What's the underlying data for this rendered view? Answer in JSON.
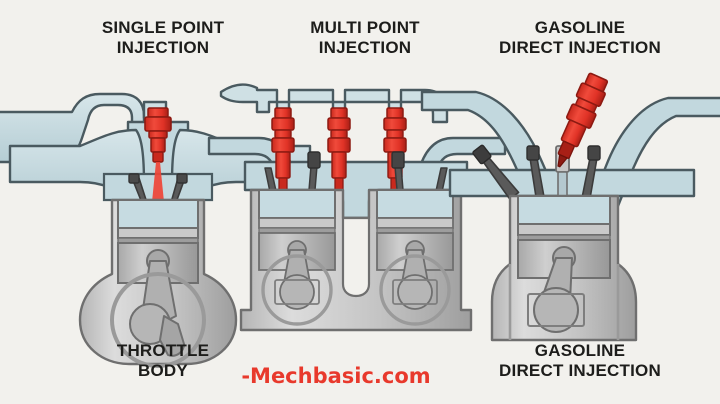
{
  "background_color": "#f2f1ed",
  "palette": {
    "outline": "#4a5a60",
    "intake_light": "#cfe0e4",
    "intake_mid": "#b9d2d8",
    "metal_light": "#d2d2d2",
    "metal_mid": "#b3b3b3",
    "metal_dark": "#8c8c8c",
    "valve_dark": "#4f4f4f",
    "injector_red": "#e8392c",
    "injector_red_dark": "#b3261c",
    "text_black": "#1d1d1b",
    "watermark_red": "#e8392c"
  },
  "titles": {
    "single_point": "SINGLE POINT\nINJECTION",
    "multi_point": "MULTI POINT\nINJECTION",
    "gasoline_direct": "GASOLINE\nDIRECT INJECTION"
  },
  "captions": {
    "single_point": "THROTTLE\nBODY",
    "gasoline_direct": "GASOLINE\nDIRECT INJECTION"
  },
  "watermark": {
    "text": "-Mechbasic.com"
  },
  "diagrams": [
    {
      "id": "single-point-injection",
      "title": "SINGLE POINT INJECTION",
      "caption": "THROTTLE BODY",
      "cylinders": 1,
      "injector_count": 1,
      "injector_position": "throttle-body-above-intake-manifold",
      "injector_orientation": "vertical",
      "fuel_spray": "visible red cone into intake plenum",
      "parts": [
        "intake manifold",
        "throttle body injector",
        "intake valve",
        "exhaust valve",
        "piston",
        "connecting rod",
        "crankshaft",
        "crankcase"
      ]
    },
    {
      "id": "multi-point-injection",
      "title": "MULTI POINT INJECTION",
      "caption": "",
      "cylinders": 2,
      "injector_count": 3,
      "injector_position": "intake-runner-ports-on-fuel-rail",
      "injector_orientation": "vertical",
      "fuel_spray": "none shown",
      "parts": [
        "fuel rail",
        "intake runners",
        "injectors",
        "intake valves",
        "exhaust valves",
        "pistons",
        "connecting rods",
        "crankshafts",
        "engine block"
      ]
    },
    {
      "id": "gasoline-direct-injection",
      "title": "GASOLINE DIRECT INJECTION",
      "caption": "GASOLINE DIRECT INJECTION",
      "cylinders": 1,
      "injector_count": 1,
      "injector_position": "combustion-chamber-direct",
      "injector_orientation": "angled",
      "fuel_spray": "none shown",
      "parts": [
        "intake port",
        "exhaust port",
        "direct injector",
        "spark plug",
        "valves",
        "piston",
        "connecting rod",
        "crankshaft"
      ]
    }
  ]
}
